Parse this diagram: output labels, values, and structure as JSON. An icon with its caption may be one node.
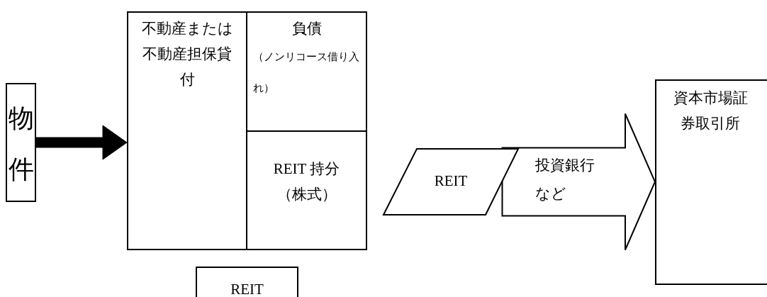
{
  "diagram": {
    "nodes": [
      {
        "text": [
          "物件"
        ]
      },
      {
        "text": [
          "不動産または不動産担保貸付"
        ]
      },
      {
        "text": [
          "負債",
          "（ノンリコース借り入れ）"
        ]
      },
      {
        "text": [
          "REIT 持分",
          "（株式）"
        ]
      },
      {
        "text": [
          "REIT"
        ]
      },
      {
        "text": [
          "REIT"
        ]
      },
      {
        "text": [
          "資本市場証券取引所"
        ]
      }
    ],
    "edges": [
      {
        "from": 0,
        "to": 1,
        "arrow": "to",
        "style": "thick"
      },
      {
        "from": 5,
        "to": 6,
        "arrow": "to",
        "label": "投資銀行など"
      }
    ]
  }
}
